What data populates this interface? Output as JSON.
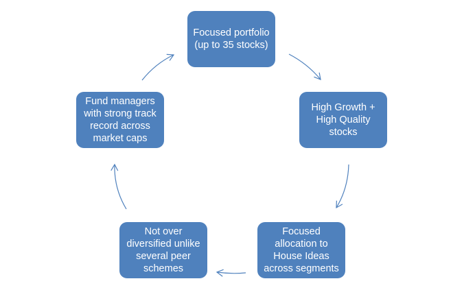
{
  "colors": {
    "node_fill": "#4f81bd",
    "arrow": "#4f81bd",
    "text": "#ffffff"
  },
  "nodes": [
    {
      "label": "Focused portfolio (up to 35 stocks)"
    },
    {
      "label": "High Growth + High Quality stocks"
    },
    {
      "label": "Focused allocation to House Ideas across segments"
    },
    {
      "label": "Not over diversified unlike several peer schemes"
    },
    {
      "label": "Fund managers with strong track record across market caps"
    }
  ]
}
